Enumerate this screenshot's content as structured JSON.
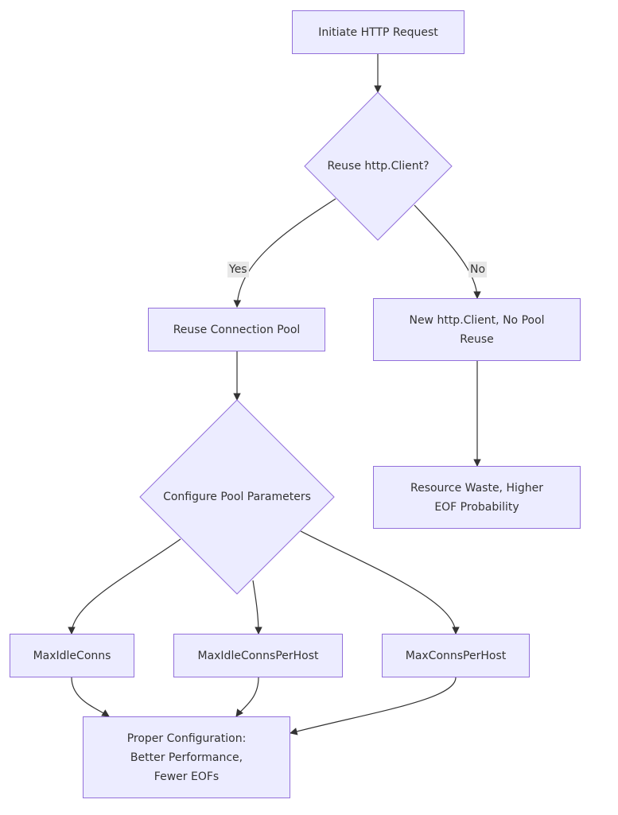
{
  "nodes": {
    "start": "Initiate HTTP Request",
    "decision_client": "Reuse http.Client?",
    "reuse_pool": "Reuse Connection Pool",
    "new_client": "New http.Client, No Pool\nReuse",
    "resource_waste": "Resource Waste, Higher\nEOF Probability",
    "configure": "Configure Pool Parameters",
    "max_idle": "MaxIdleConns",
    "max_idle_per_host": "MaxIdleConnsPerHost",
    "max_conns_per_host": "MaxConnsPerHost",
    "proper_config": "Proper Configuration:\nBetter Performance,\nFewer EOFs"
  },
  "edge_labels": {
    "yes": "Yes",
    "no": "No"
  },
  "colors": {
    "node_fill": "#ececff",
    "node_stroke": "#9370db",
    "edge": "#333333",
    "label_bg": "#e8e8e8"
  }
}
